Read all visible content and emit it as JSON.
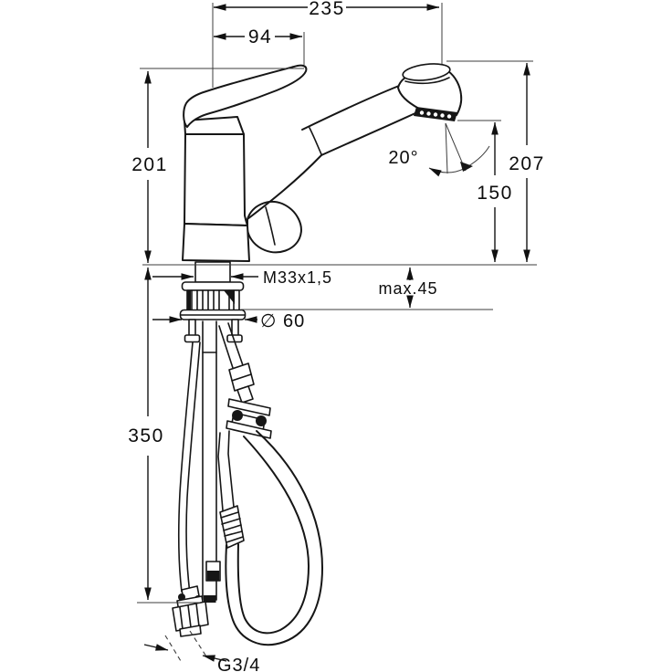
{
  "drawing": {
    "type": "technical-dimension-drawing",
    "subject": "single-lever kitchen mixer tap with pull-out hand spray, installation dimensions",
    "background_color": "#ffffff",
    "line_color": "#161616",
    "labels": {
      "overall_width": "235",
      "handle_width": "94",
      "body_height": "201",
      "total_height": "207",
      "outlet_height": "150",
      "spray_angle": "20°",
      "shank_thread": "M33x1,5",
      "max_deck_thickness": "max.45",
      "base_diameter": "∅ 60",
      "hose_length": "350",
      "supply_thread": "G3/4"
    }
  }
}
